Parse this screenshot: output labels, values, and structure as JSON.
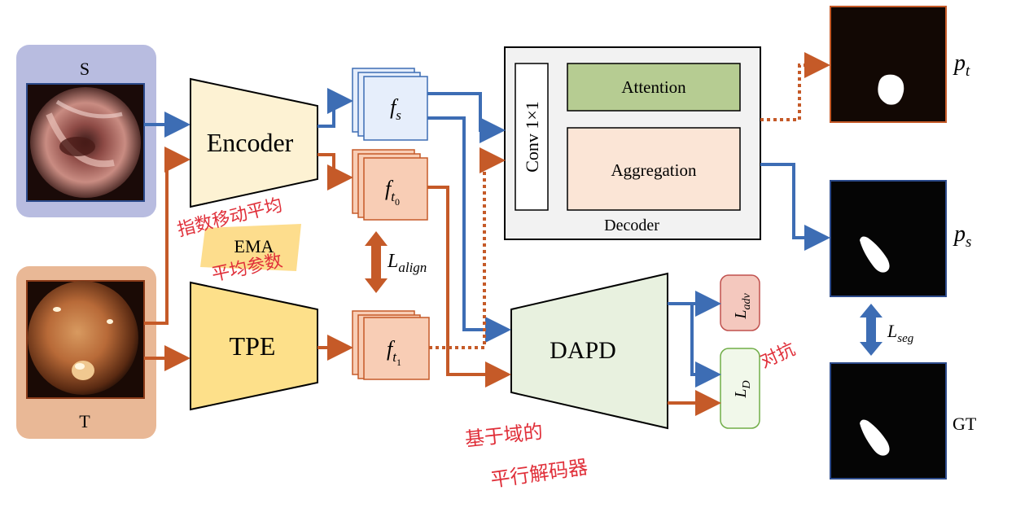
{
  "diagram": {
    "source_label": "S",
    "target_label": "T",
    "encoder_label": "Encoder",
    "tpe_label": "TPE",
    "ema_label": "EMA",
    "fs_label": {
      "base": "f",
      "sub": "s"
    },
    "ft0_label": {
      "base": "f",
      "sub": "t",
      "subsub": "0"
    },
    "ft1_label": {
      "base": "f",
      "sub": "t",
      "subsub": "1"
    },
    "l_align": {
      "base": "L",
      "sub": "align"
    },
    "conv_label": "Conv 1×1",
    "attention_label": "Attention",
    "aggregation_label": "Aggregation",
    "decoder_label": "Decoder",
    "dapd_label": "DAPD",
    "l_adv": {
      "base": "L",
      "sub": "adv"
    },
    "l_d": {
      "base": "L",
      "sub": "D"
    },
    "pt_label": {
      "base": "p",
      "sub": "t"
    },
    "ps_label": {
      "base": "p",
      "sub": "s"
    },
    "l_seg": {
      "base": "L",
      "sub": "seg"
    },
    "gt_label": "GT",
    "handwritten_notes": [
      "指数移动平均",
      "平均参数",
      "对抗",
      "基于域的",
      "平行解码器"
    ]
  },
  "colors": {
    "blue_arrow": "#3d6db4",
    "orange_arrow": "#c55a28",
    "source_panel": "#b8bce0",
    "target_panel": "#e9b896",
    "encoder_fill": "#fdf2d3",
    "tpe_fill": "#fde08a",
    "fs_fill": "#e6eefb",
    "ft_fill": "#f8cdb5",
    "attention_fill": "#b6cc92",
    "aggregation_fill": "#fbe5d6",
    "dapd_fill": "#e8f1df",
    "ladv_fill": "#f4c8be",
    "ld_fill": "#f1f8ea",
    "ema_fill": "#fdd981",
    "handwriting": "#e0303a"
  }
}
